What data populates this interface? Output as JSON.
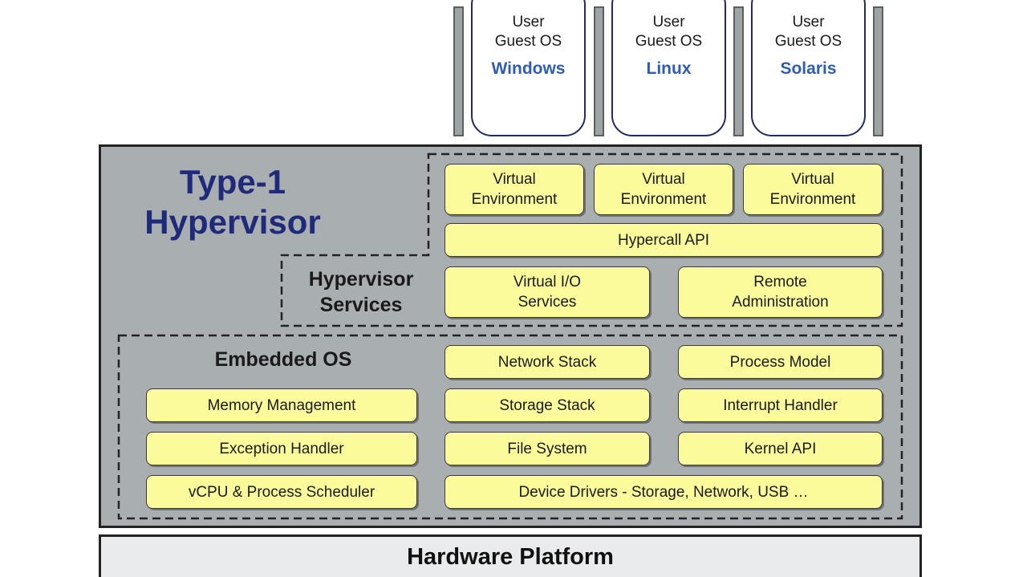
{
  "guests": [
    {
      "user": "User",
      "guest": "Guest OS",
      "os": "Windows"
    },
    {
      "user": "User",
      "guest": "Guest OS",
      "os": "Linux"
    },
    {
      "user": "User",
      "guest": "Guest OS",
      "os": "Solaris"
    }
  ],
  "hypervisor": {
    "title_line1": "Type-1",
    "title_line2": "Hypervisor",
    "virtual_envs": [
      {
        "line1": "Virtual",
        "line2": "Environment"
      },
      {
        "line1": "Virtual",
        "line2": "Environment"
      },
      {
        "line1": "Virtual",
        "line2": "Environment"
      }
    ],
    "hypercall_api": "Hypercall API",
    "services_label_line1": "Hypervisor",
    "services_label_line2": "Services",
    "virtual_io": {
      "line1": "Virtual I/O",
      "line2": "Services"
    },
    "remote_admin": {
      "line1": "Remote",
      "line2": "Administration"
    }
  },
  "embedded_os": {
    "label": "Embedded OS",
    "left": [
      "Memory Management",
      "Exception Handler",
      "vCPU & Process Scheduler"
    ],
    "middle": [
      "Network Stack",
      "Storage Stack",
      "File System"
    ],
    "right": [
      "Process Model",
      "Interrupt Handler",
      "Kernel API"
    ],
    "device_drivers": "Device Drivers - Storage, Network, USB …"
  },
  "hardware": "Hardware Platform",
  "colors": {
    "component_fill": "#fbfb9b",
    "hypervisor_fill": "#a9aeb1",
    "title_blue": "#1f2a7a",
    "os_blue": "#2f5db3"
  }
}
